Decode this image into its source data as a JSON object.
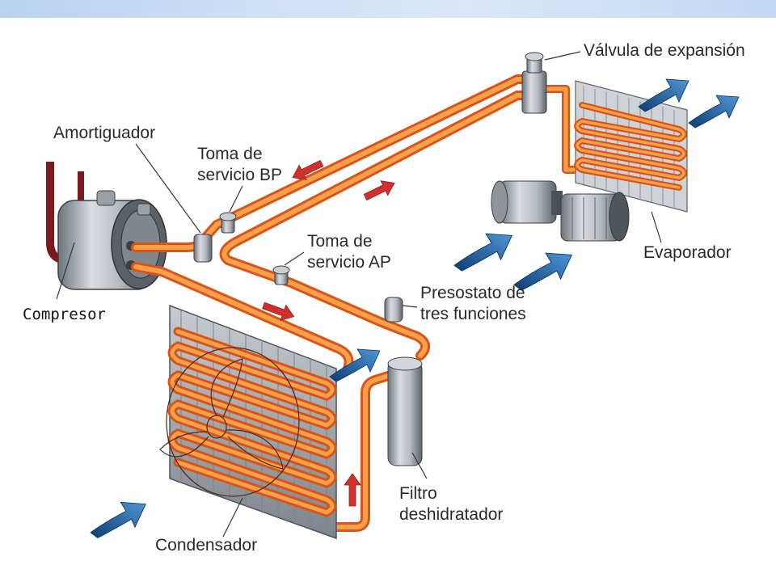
{
  "colors": {
    "pipe_outer": "#d9541a",
    "pipe_inner": "#f6a04a",
    "metal": "#a7adb3",
    "metal_dark": "#5e656c",
    "arrow_red": "#d0312f",
    "air_arrow": "#1f5d98",
    "top_band": "#cfe0f5"
  },
  "labels": {
    "valvula": "Válvula de expansión",
    "amortiguador": "Amortiguador",
    "toma_bp_line1": "Toma de",
    "toma_bp_line2": "servicio BP",
    "toma_ap_line1": "Toma de",
    "toma_ap_line2": "servicio AP",
    "presostato_line1": "Presostato de",
    "presostato_line2": "tres funciones",
    "evaporador": "Evaporador",
    "filtro_line1": "Filtro",
    "filtro_line2": "deshidratador",
    "condensador": "Condensador",
    "compresor": "Compresor"
  },
  "icons": {
    "flow_arrow": "arrow-icon",
    "air_flow": "air-flow-arrow-icon",
    "fan": "fan-icon"
  }
}
